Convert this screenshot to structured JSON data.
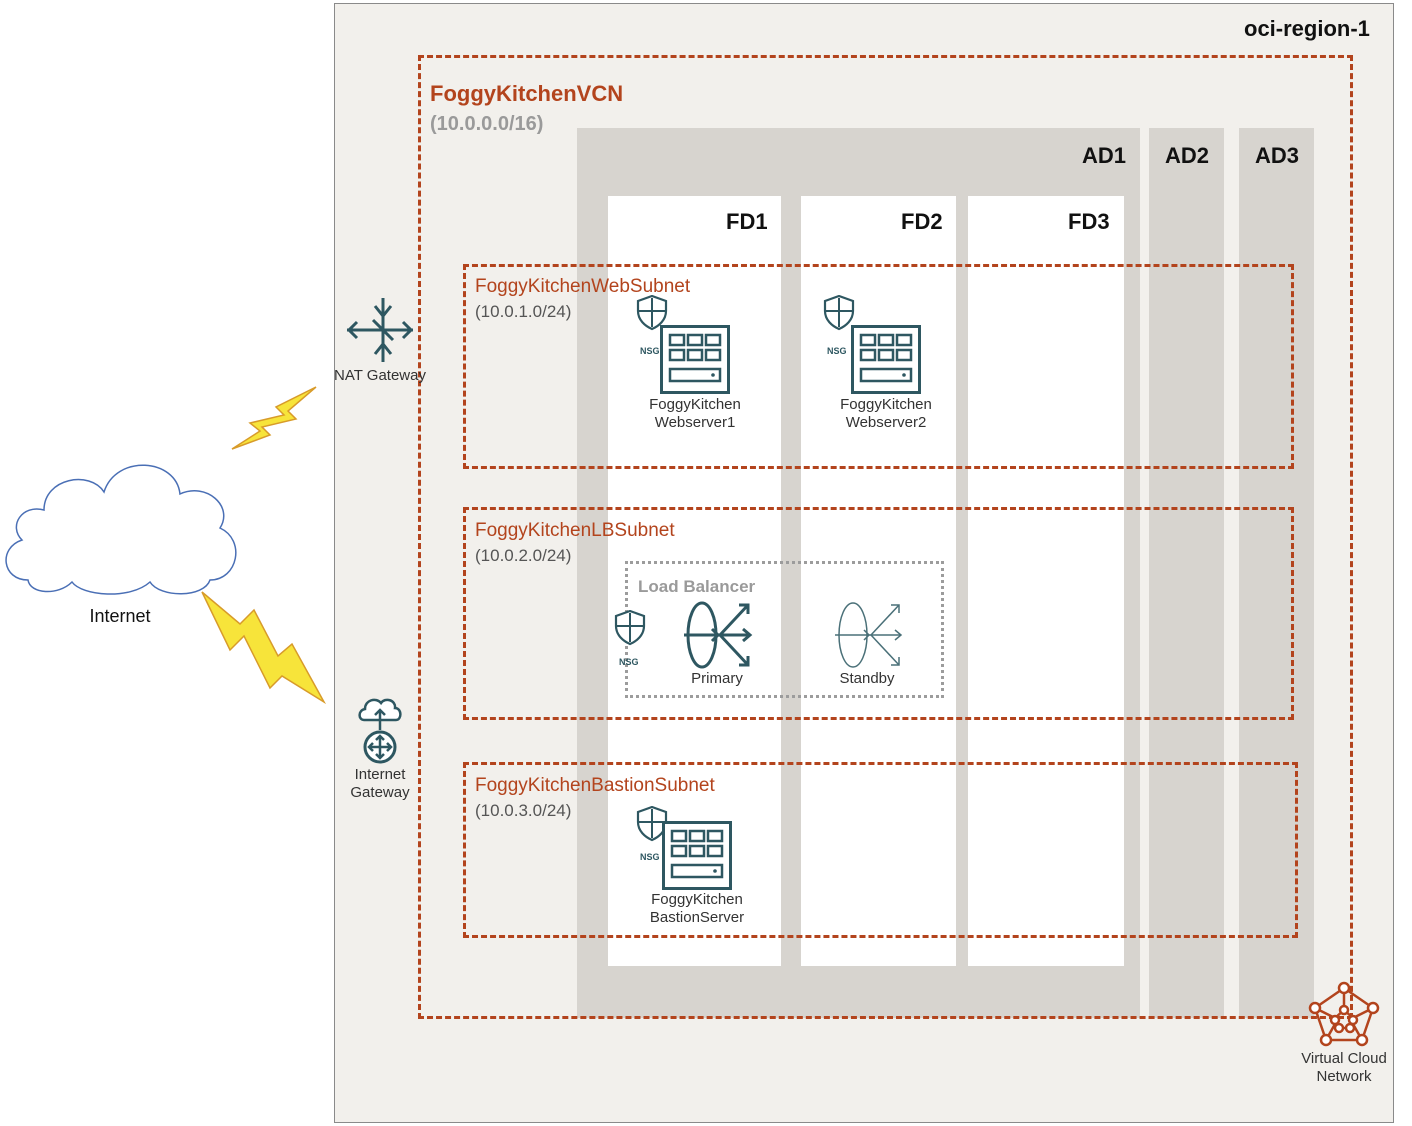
{
  "region": {
    "label": "oci-region-1"
  },
  "vcn": {
    "name": "FoggyKitchenVCN",
    "cidr": "(10.0.0.0/16)",
    "icon": "virtual-cloud-network-icon",
    "icon_label": [
      "Virtual Cloud",
      "Network"
    ]
  },
  "availability_domains": [
    {
      "label": "AD1"
    },
    {
      "label": "AD2"
    },
    {
      "label": "AD3"
    }
  ],
  "fault_domains": [
    {
      "label": "FD1"
    },
    {
      "label": "FD2"
    },
    {
      "label": "FD3"
    }
  ],
  "subnets": {
    "web": {
      "name": "FoggyKitchenWebSubnet",
      "cidr": "(10.0.1.0/24)"
    },
    "lb": {
      "name": "FoggyKitchenLBSubnet",
      "cidr": "(10.0.2.0/24)"
    },
    "bastion": {
      "name": "FoggyKitchenBastionSubnet",
      "cidr": "(10.0.3.0/24)"
    }
  },
  "servers": {
    "web1": {
      "line1": "FoggyKitchen",
      "line2": "Webserver1",
      "nsg": "NSG"
    },
    "web2": {
      "line1": "FoggyKitchen",
      "line2": "Webserver2",
      "nsg": "NSG"
    },
    "bastion": {
      "line1": "FoggyKitchen",
      "line2": "BastionServer",
      "nsg": "NSG"
    }
  },
  "load_balancer": {
    "title": "Load Balancer",
    "primary": "Primary",
    "standby": "Standby",
    "nsg": "NSG"
  },
  "gateways": {
    "nat": {
      "label": "NAT Gateway",
      "icon": "nat-gateway-icon"
    },
    "internet": {
      "line1": "Internet",
      "line2": "Gateway",
      "icon": "internet-gateway-icon"
    }
  },
  "internet": {
    "label": "Internet",
    "icon": "cloud-icon"
  },
  "colors": {
    "accent": "#b3441d",
    "teal": "#2e5761",
    "lightning": "#f7e43a"
  }
}
